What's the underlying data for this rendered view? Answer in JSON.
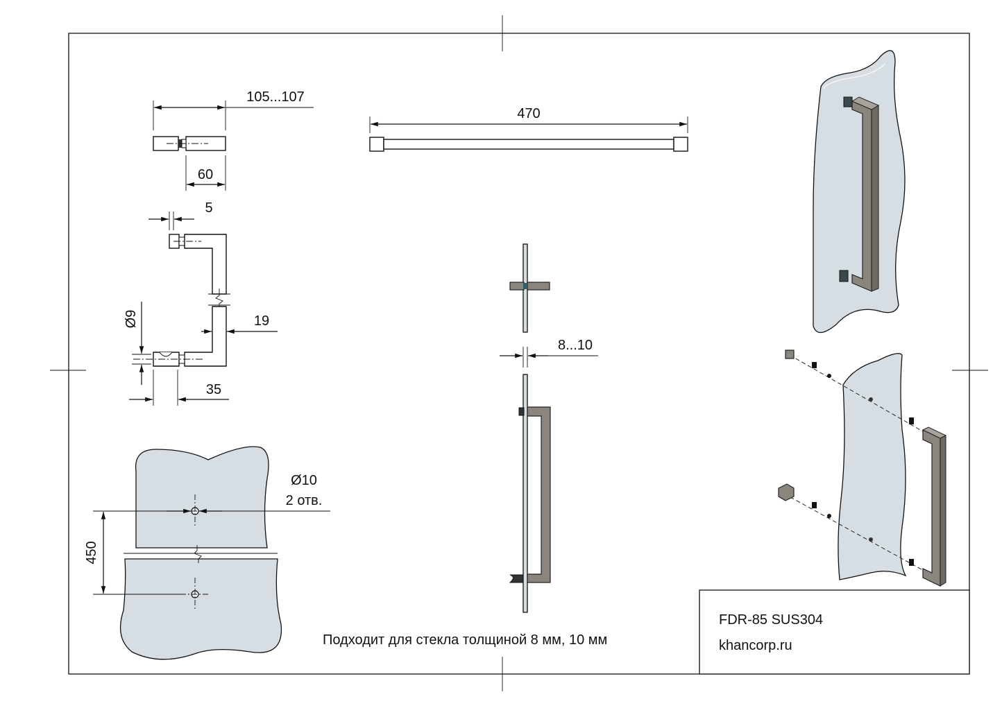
{
  "dimensions": {
    "overall_width": "105...107",
    "bar_length": "470",
    "post_spacing": "60",
    "gap": "5",
    "post_diameter": "Ø9",
    "bar_section": "19",
    "base_width": "35",
    "glass_thickness": "8...10",
    "hole_distance": "450",
    "hole_diameter": "Ø10",
    "hole_count": "2 отв."
  },
  "note": "Подходит для стекла толщиной 8 мм, 10 мм",
  "title_block": {
    "model": "FDR-85 SUS304",
    "website": "khancorp.ru"
  },
  "colors": {
    "glass": "#d6dee3",
    "steel": "#8a857d",
    "fitting": "#3a4a4c",
    "line": "#111111"
  }
}
